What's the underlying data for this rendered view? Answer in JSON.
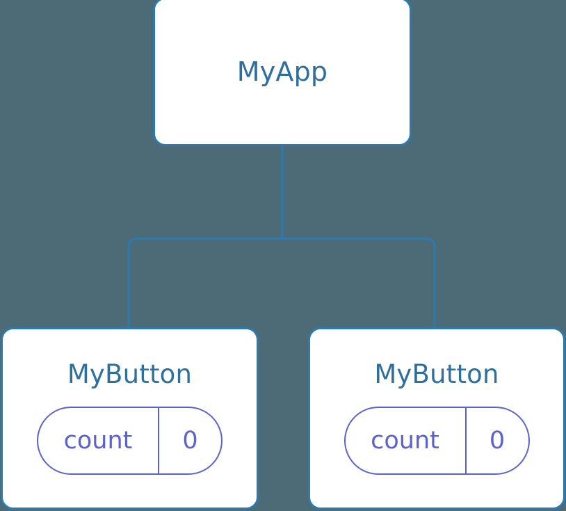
{
  "diagram": {
    "type": "component-tree",
    "background_color": "#4d6b76",
    "node_fill": "#ffffff",
    "node_border_color": "#2c7bb0",
    "node_title_color": "#2d6f9e",
    "state_color": "#5b62cf",
    "connector_color": "#2c7bb0"
  },
  "root": {
    "title": "MyApp"
  },
  "children": [
    {
      "title": "MyButton",
      "state": {
        "key": "count",
        "value": "0"
      }
    },
    {
      "title": "MyButton",
      "state": {
        "key": "count",
        "value": "0"
      }
    }
  ]
}
